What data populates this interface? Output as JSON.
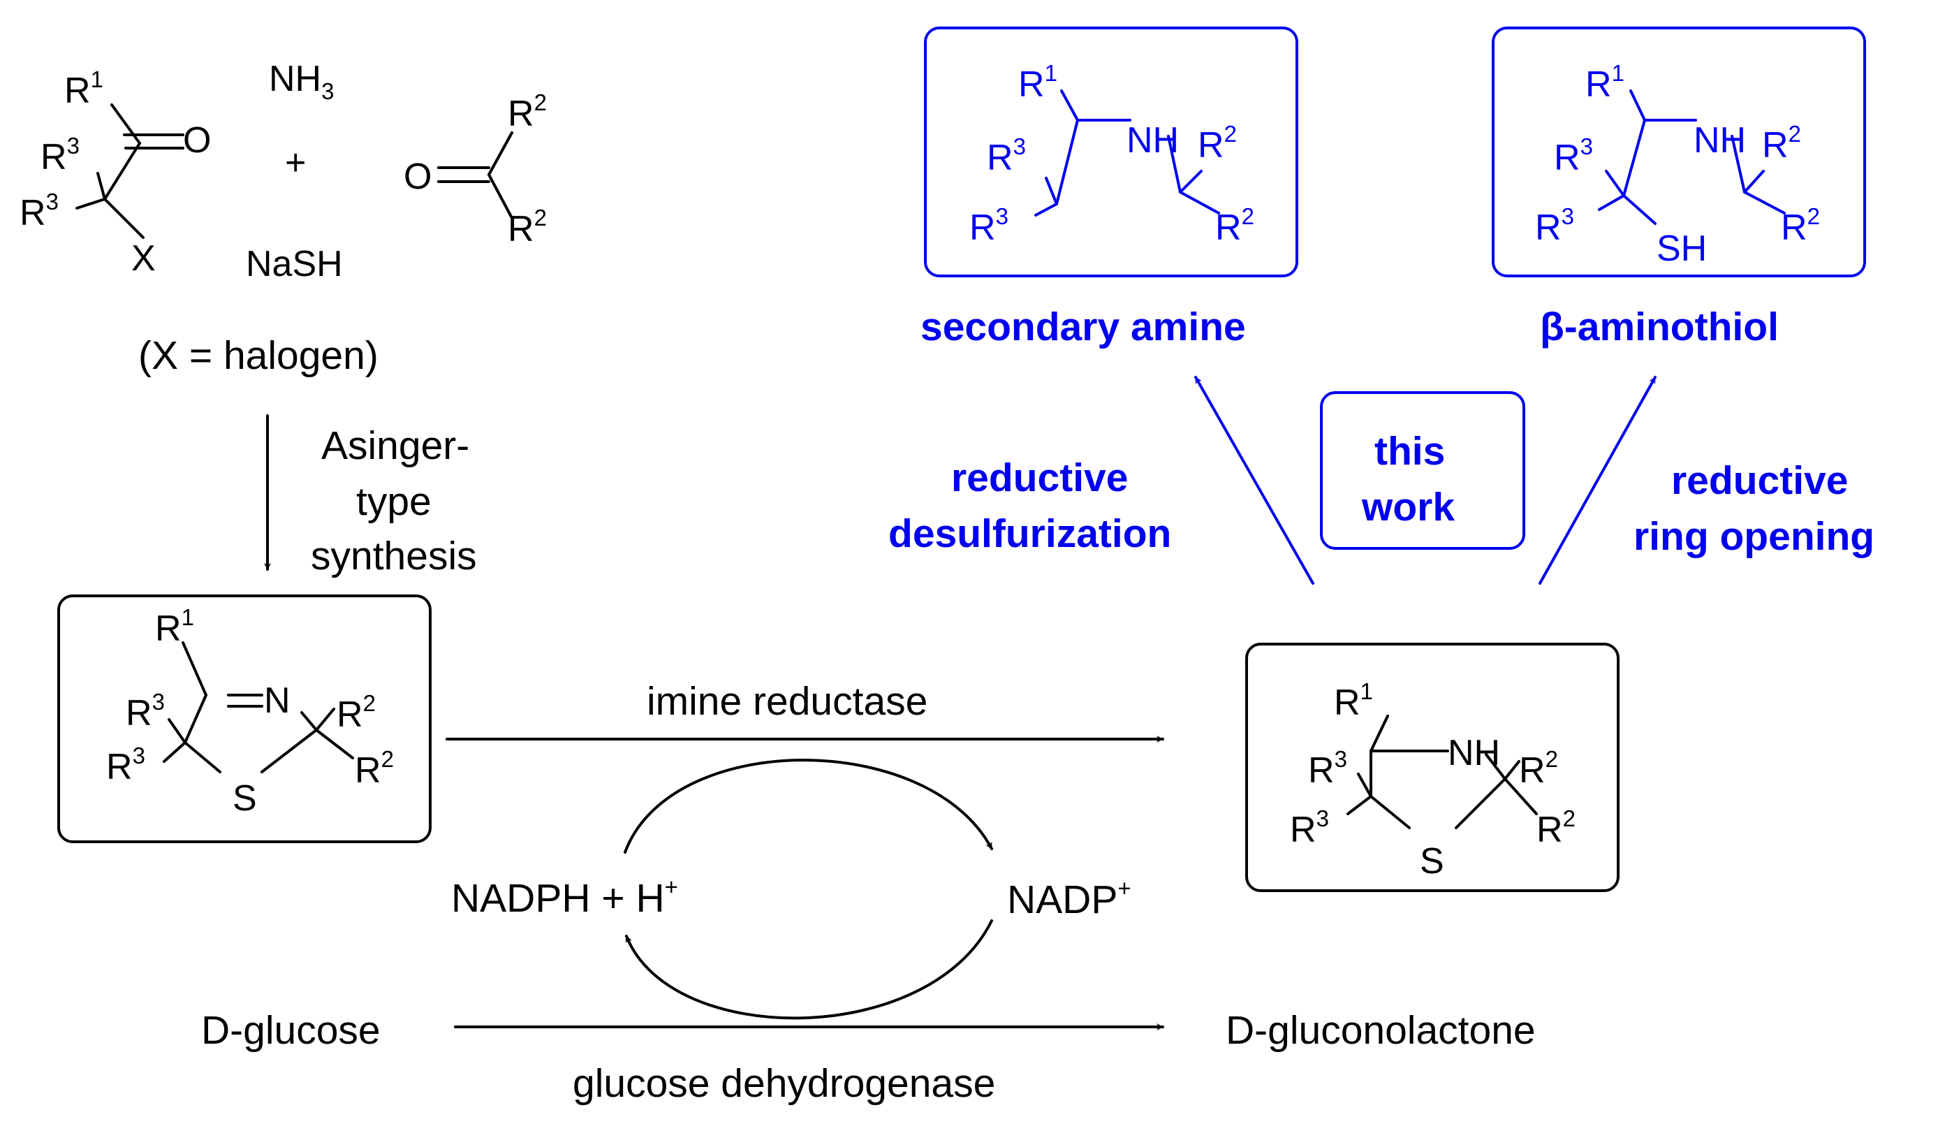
{
  "reagents": {
    "nh3": "NH",
    "nh3_sub": "3",
    "plus": "+",
    "nash": "NaSH",
    "condition": "(X = halogen)"
  },
  "steps": {
    "asinger_1": "Asinger-",
    "asinger_2": "type",
    "asinger_3": "synthesis",
    "imine_reductase": "imine reductase",
    "glucose_dehydrogenase": "glucose dehydrogenase",
    "reductive_desulfurization_1": "reductive",
    "reductive_desulfurization_2": "desulfurization",
    "reductive_ring_opening_1": "reductive",
    "reductive_ring_opening_2": "ring opening",
    "this_work_1": "this",
    "this_work_2": "work"
  },
  "cofactors": {
    "nadph": "NADPH + H",
    "nadph_charge": "+",
    "nadp": "NADP",
    "nadp_charge": "+",
    "d_glucose": "D-glucose",
    "d_gluconolactone": "D-gluconolactone"
  },
  "products": {
    "secondary_amine": "secondary amine",
    "beta_aminothiol": "β-aminothiol"
  },
  "atoms": {
    "R": "R",
    "n1": "1",
    "n2": "2",
    "n3": "3",
    "O": "O",
    "X": "X",
    "N": "N",
    "NH": "NH",
    "S": "S",
    "SH": "SH"
  },
  "colors": {
    "default": "#000000",
    "highlight": "#0000ee"
  }
}
